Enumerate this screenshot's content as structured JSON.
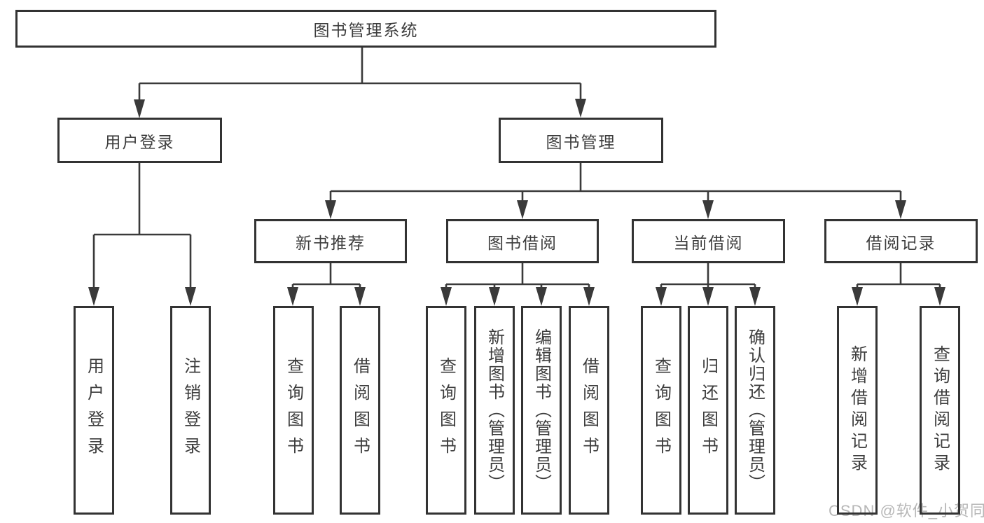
{
  "tree": {
    "root": {
      "label": "图书管理系统"
    },
    "level2": [
      {
        "label": "用户登录"
      },
      {
        "label": "图书管理"
      }
    ],
    "level3": [
      {
        "label": "新书推荐"
      },
      {
        "label": "图书借阅"
      },
      {
        "label": "当前借阅"
      },
      {
        "label": "借阅记录"
      }
    ],
    "leaves": [
      {
        "label": "用户登录"
      },
      {
        "label": "注销登录"
      },
      {
        "label": "查询图书"
      },
      {
        "label": "借阅图书"
      },
      {
        "label": "查询图书"
      },
      {
        "label": "新增图书（管理员）"
      },
      {
        "label": "编辑图书（管理员）"
      },
      {
        "label": "借阅图书"
      },
      {
        "label": "查询图书"
      },
      {
        "label": "归还图书"
      },
      {
        "label": "确认归还（管理员）"
      },
      {
        "label": "新增借阅记录"
      },
      {
        "label": "查询借阅记录"
      }
    ]
  },
  "watermark": {
    "text": "CSDN @软件_小贺同学"
  },
  "colors": {
    "line": "#3a3a3a",
    "border": "#333333",
    "text": "#3d3d3d",
    "background": "#ffffff",
    "watermark": "#b7b7b7"
  }
}
